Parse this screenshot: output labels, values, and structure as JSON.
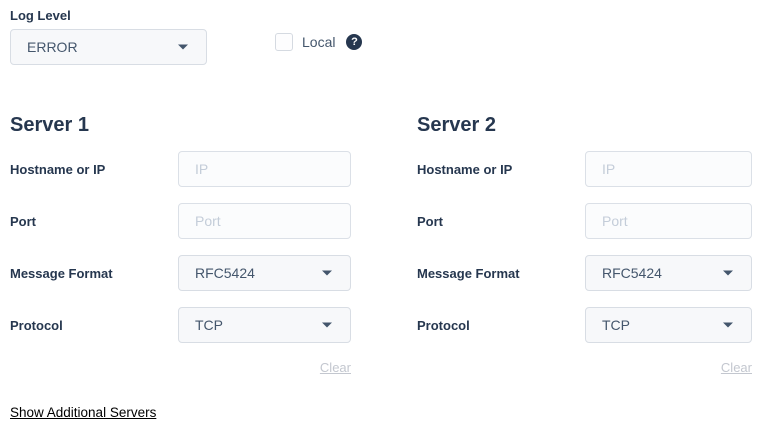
{
  "log_level": {
    "label": "Log Level",
    "value": "ERROR"
  },
  "local": {
    "label": "Local",
    "checked": false,
    "help_glyph": "?"
  },
  "servers": [
    {
      "title": "Server 1",
      "hostname": {
        "label": "Hostname or IP",
        "placeholder": "IP",
        "value": ""
      },
      "port": {
        "label": "Port",
        "placeholder": "Port",
        "value": ""
      },
      "message_format": {
        "label": "Message Format",
        "value": "RFC5424"
      },
      "protocol": {
        "label": "Protocol",
        "value": "TCP"
      },
      "clear_label": "Clear"
    },
    {
      "title": "Server 2",
      "hostname": {
        "label": "Hostname or IP",
        "placeholder": "IP",
        "value": ""
      },
      "port": {
        "label": "Port",
        "placeholder": "Port",
        "value": ""
      },
      "message_format": {
        "label": "Message Format",
        "value": "RFC5424"
      },
      "protocol": {
        "label": "Protocol",
        "value": "TCP"
      },
      "clear_label": "Clear"
    }
  ],
  "show_additional_servers_label": "Show Additional Servers",
  "colors": {
    "label_navy": "#26374f",
    "value_text": "#44566c",
    "input_border": "#dbe0e7",
    "input_bg": "#fbfcfd",
    "select_bg": "#f7f8fa",
    "placeholder": "#c4cdd9",
    "clear_link": "#c3c7cf",
    "help_icon_bg": "#26374f"
  }
}
